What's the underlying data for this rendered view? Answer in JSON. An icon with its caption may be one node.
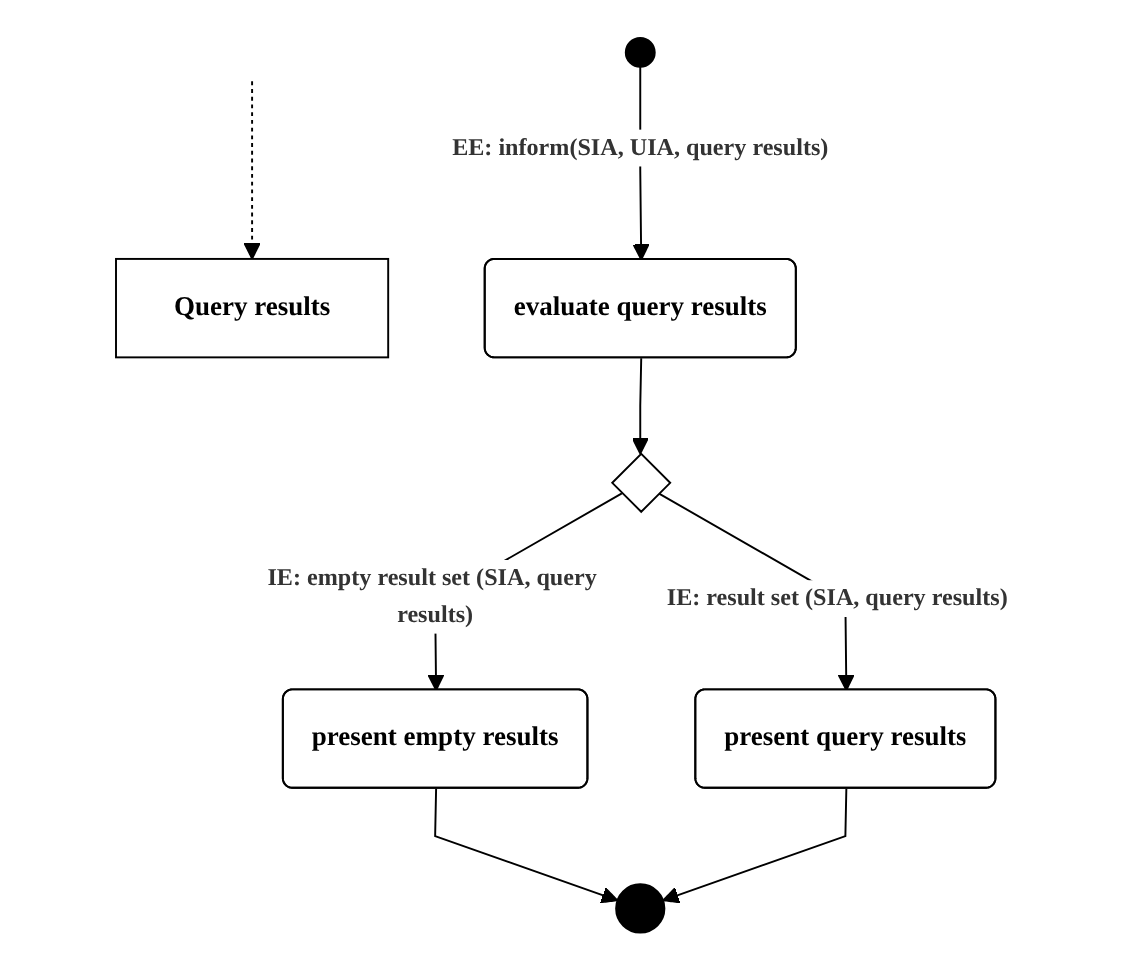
{
  "diagram": {
    "nodes": [
      {
        "text": [],
        "shape": "circle"
      },
      {
        "text": [
          "Query results"
        ]
      },
      {
        "text": [
          "evaluate query results"
        ]
      },
      {
        "text": [],
        "shape": "diamond"
      },
      {
        "text": [
          "present empty results"
        ]
      },
      {
        "text": [
          "present query results"
        ]
      },
      {
        "text": [],
        "shape": "circle"
      }
    ],
    "edges": [
      {
        "from": 0,
        "to": 2,
        "arrow": "to",
        "label": "EE: inform(SIA, UIA, query results)"
      },
      {
        "from": null,
        "to": 1,
        "arrow": "to",
        "style": "dashed"
      },
      {
        "from": 2,
        "to": 3,
        "arrow": "to"
      },
      {
        "from": 3,
        "to": 4,
        "arrow": "to",
        "label": "IE: empty result set (SIA, query results)"
      },
      {
        "from": 3,
        "to": 5,
        "arrow": "to",
        "label": "IE: result set (SIA, query results)"
      },
      {
        "from": 4,
        "to": 6,
        "arrow": "to"
      },
      {
        "from": 5,
        "to": 6,
        "arrow": "to"
      }
    ]
  }
}
